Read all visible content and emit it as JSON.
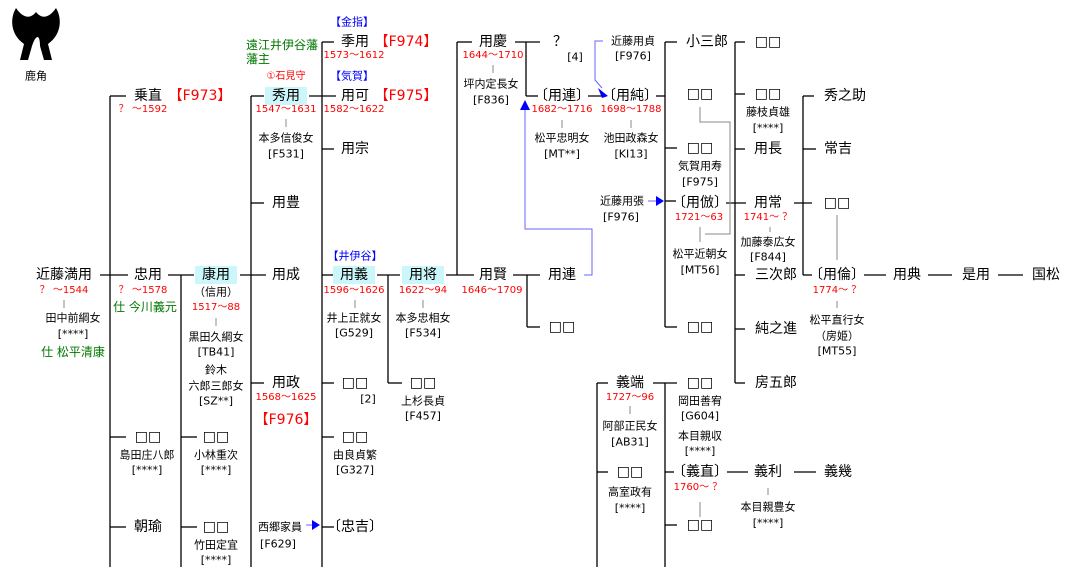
{
  "crest": {
    "icon": "deer-antler-crest-icon",
    "label": "鹿角"
  },
  "gen1": {
    "mitsuyo": {
      "name": "近藤満用",
      "dates": "？ ～1544",
      "spouse": "田中前綱女",
      "spouse_code": "[****]",
      "service": "仕 松平清康"
    }
  },
  "gen2": {
    "norinao": {
      "name": "乗直",
      "ref": "【F973】",
      "dates": "？ ～1592"
    },
    "tadamochi": {
      "name": "忠用",
      "dates": "？ ～1578",
      "service": "仕 今川義元"
    },
    "unknown1": {
      "name": "□□",
      "spouse": "島田庄八郎",
      "spouse_code": "[****]"
    },
    "tomoyu": {
      "name": "朝瑜"
    }
  },
  "gen3": {
    "yasumochi": {
      "name": "康用",
      "alias": "（信用）",
      "dates": "1517～88",
      "spouse1": "黒田久綱女",
      "spouse1_code": "[TB41]",
      "spouse2a": "鈴木",
      "spouse2b": "六郎三郎女",
      "spouse2_code": "[SZ**]"
    },
    "unknown2": {
      "name": "□□",
      "spouse": "小林重次",
      "spouse_code": "[****]"
    },
    "unknown3": {
      "name": "□□",
      "spouse": "竹田定宜",
      "spouse_code": "[****]"
    }
  },
  "gen4": {
    "hidemochi": {
      "domain_line1": "遠江井伊谷藩",
      "domain_line2": "藩主",
      "title": "①石見守",
      "name": "秀用",
      "dates": "1547～1631",
      "spouse": "本多信俊女",
      "spouse_code": "[F531]"
    },
    "yoshitoyo": {
      "name": "用豊"
    },
    "yoshinari": {
      "name": "用成"
    },
    "yoshimasa": {
      "name": "用政",
      "dates": "1568～1625",
      "ref": "【F976】"
    },
    "saigo": {
      "name": "西郷家員",
      "code": "[F629]"
    }
  },
  "gen5": {
    "suemochi": {
      "branch": "【金指】",
      "name": "季用",
      "ref": "【F974】",
      "dates": "1573～1612"
    },
    "yoshika": {
      "branch": "【気賀】",
      "name": "用可",
      "ref": "【F975】",
      "dates": "1582～1622"
    },
    "yoshimune": {
      "name": "用宗"
    },
    "yoshiyoshi": {
      "branch": "【井伊谷】",
      "name": "用義",
      "dates": "1596～1626",
      "spouse": "井上正就女",
      "spouse_code": "[G529]"
    },
    "unknown4": {
      "name": "□□",
      "note": "[2]"
    },
    "unknown5": {
      "name": "□□",
      "spouse": "由良貞繁",
      "spouse_code": "[G327]"
    },
    "tadayoshi": {
      "name": "〔忠吉〕"
    }
  },
  "gen6": {
    "yoshimasa2": {
      "name": "用将",
      "dates": "1622～94",
      "spouse": "本多忠相女",
      "spouse_code": "[F534]"
    },
    "unknown6": {
      "name": "□□",
      "spouse": "上杉長貞",
      "spouse_code": "[F457]"
    }
  },
  "gen7": {
    "yoshiyoshi2": {
      "name": "用慶",
      "dates": "1644～1710",
      "spouse": "坪内定長女",
      "spouse_code": "[F836]"
    },
    "yoshikata": {
      "name": "用賢",
      "dates": "1646～1709"
    }
  },
  "gen8": {
    "unknownq": {
      "name": "？",
      "note": "[4]"
    },
    "yoshitsura_a": {
      "name": "〔用連〕",
      "dates": "1682～1716",
      "spouse": "松平忠明女",
      "spouse_code": "[MT**]"
    },
    "yoshitsura_b": {
      "name": "用連"
    },
    "unknown7": {
      "name": "□□"
    }
  },
  "gen9": {
    "yoshisada": {
      "name": "近藤用貞",
      "code": "[F976]"
    },
    "yoshizumi": {
      "name": "〔用純〕",
      "dates": "1698～1788",
      "spouse": "池田政森女",
      "spouse_code": "[KI13]"
    },
    "yoshiharu": {
      "name": "近藤用張",
      "code": "[F976]"
    },
    "yoshibata": {
      "name": "義端",
      "dates": "1727～96",
      "spouse": "阿部正民女",
      "spouse_code": "[AB31]"
    },
    "unknown8": {
      "name": "□□",
      "spouse": "高室政有",
      "spouse_code": "[****]"
    }
  },
  "gen10": {
    "kosaburo": {
      "name": "小三郎"
    },
    "unknown9": {
      "name": "□□"
    },
    "unknown10": {
      "name": "□□",
      "spouse": "気賀用寿",
      "spouse_code": "[F975]"
    },
    "yoshinori": {
      "name": "〔用倣〕",
      "dates": "1721～63",
      "spouse": "松平近朝女",
      "spouse_code": "[MT56]"
    },
    "unknown11": {
      "name": "□□"
    },
    "unknown12": {
      "name": "□□",
      "spouse1": "岡田善宥",
      "spouse1_code": "[G604]",
      "spouse2": "本目親収",
      "spouse2_code": "[****]"
    },
    "yoshinao": {
      "name": "〔義直〕",
      "dates": "1760～ ？"
    },
    "unknown13": {
      "name": "□□"
    }
  },
  "gen11": {
    "unknown14": {
      "name": "□□"
    },
    "unknown15": {
      "name": "□□",
      "spouse": "藤枝貞雄",
      "spouse_code": "[****]"
    },
    "yoshinaga": {
      "name": "用長"
    },
    "yoshitsune": {
      "name": "用常",
      "dates": "1741～ ？",
      "spouse": "加藤泰広女",
      "spouse_code": "[F844]"
    },
    "sanjiro": {
      "name": "三次郎"
    },
    "junnoshin": {
      "name": "純之進"
    },
    "fusagoro": {
      "name": "房五郎"
    },
    "yoshitoshi": {
      "name": "義利",
      "spouse": "本目親豊女",
      "spouse_code": "[****]"
    }
  },
  "gen12": {
    "hidenosuke": {
      "name": "秀之助"
    },
    "tsuneyoshi": {
      "name": "常吉"
    },
    "unknown16": {
      "name": "□□"
    },
    "yoshitomo": {
      "name": "〔用倫〕",
      "dates": "1774～ ？",
      "spouse": "松平直行女",
      "spouse_alias": "（房姫）",
      "spouse_code": "[MT55]"
    },
    "yoshiiku": {
      "name": "義幾"
    }
  },
  "gen13": {
    "yoshinori2": {
      "name": "用典"
    }
  },
  "gen14": {
    "koremochi": {
      "name": "是用"
    }
  },
  "gen15": {
    "kunimatsu": {
      "name": "国松"
    }
  },
  "colors": {
    "date": "#ff0000",
    "service": "#007700",
    "branch": "#0000ff",
    "highlight": "#ccf7fa",
    "adoption_line": "#6666ff"
  }
}
